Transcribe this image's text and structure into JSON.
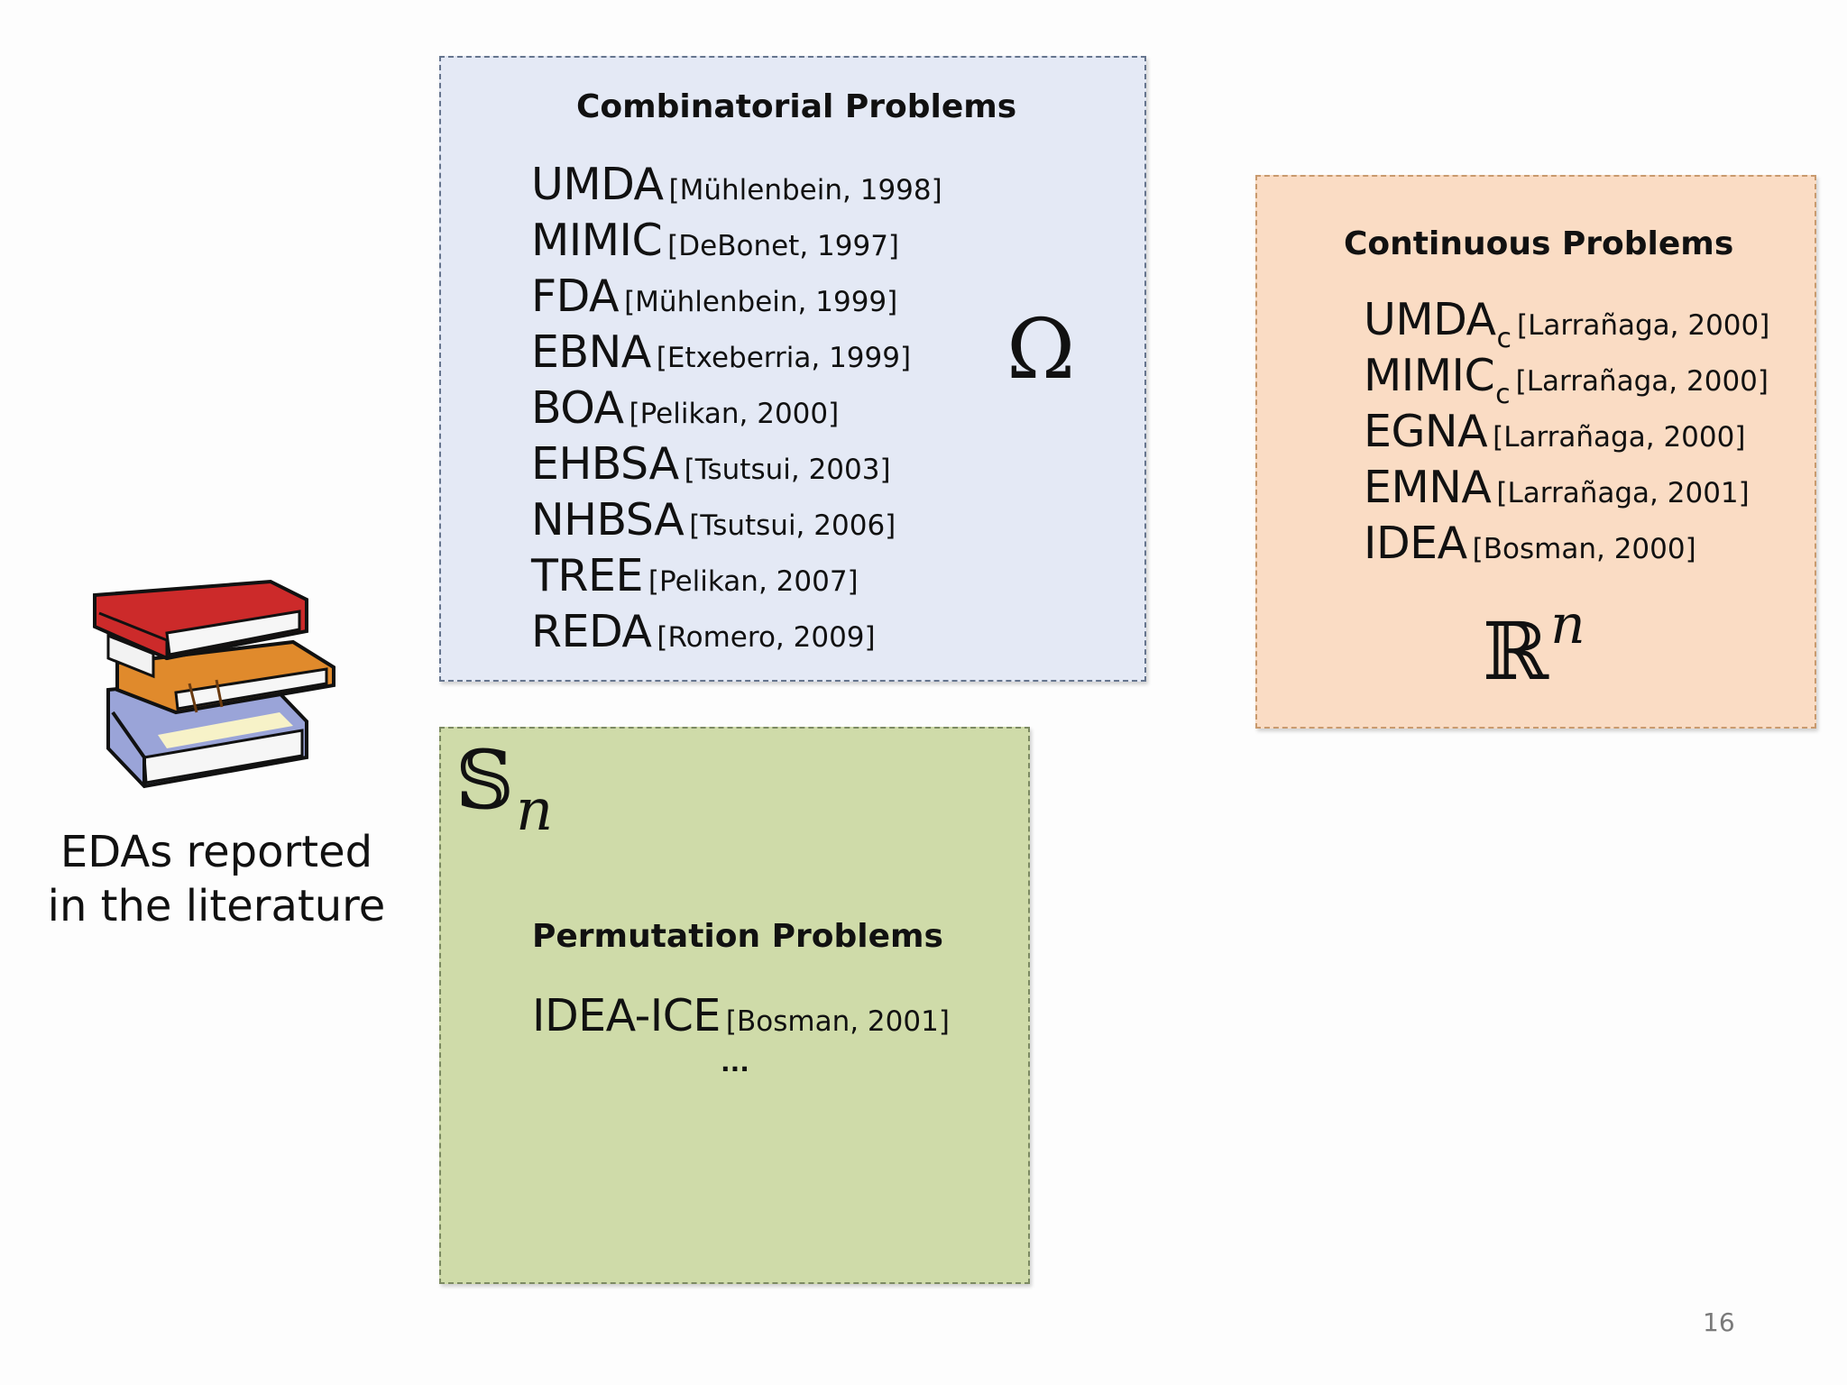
{
  "books_icon": "stack-of-books-icon",
  "caption": {
    "line1": "EDAs reported",
    "line2": "in the literature"
  },
  "combinatorial": {
    "title": "Combinatorial Problems",
    "symbol": "Ω",
    "items": [
      {
        "name": "UMDA",
        "ref": "[Mühlenbein, 1998]"
      },
      {
        "name": "MIMIC",
        "ref": "[DeBonet, 1997]"
      },
      {
        "name": "FDA",
        "ref": "[Mühlenbein, 1999]"
      },
      {
        "name": "EBNA",
        "ref": "[Etxeberria, 1999]"
      },
      {
        "name": "BOA",
        "ref": "[Pelikan, 2000]"
      },
      {
        "name": "EHBSA",
        "ref": "[Tsutsui, 2003]"
      },
      {
        "name": "NHBSA",
        "ref": "[Tsutsui, 2006]"
      },
      {
        "name": "TREE",
        "ref": "[Pelikan, 2007]"
      },
      {
        "name": "REDA",
        "ref": "[Romero, 2009]"
      }
    ]
  },
  "continuous": {
    "title": "Continuous Problems",
    "symbol_base": "ℝ",
    "symbol_sup": "n",
    "items": [
      {
        "name": "UMDA",
        "sub": "c",
        "ref": "[Larrañaga, 2000]"
      },
      {
        "name": "MIMIC",
        "sub": "c",
        "ref": "[Larrañaga, 2000]"
      },
      {
        "name": "EGNA",
        "ref": "[Larrañaga, 2000]"
      },
      {
        "name": "EMNA",
        "ref": "[Larrañaga, 2001]"
      },
      {
        "name": "IDEA",
        "ref": "[Bosman, 2000]"
      }
    ]
  },
  "permutation": {
    "title": "Permutation Problems",
    "symbol_base": "𝕊",
    "symbol_sub": "n",
    "items": [
      {
        "name": "IDEA-ICE",
        "ref": "[Bosman, 2001]"
      }
    ],
    "ellipsis": "..."
  },
  "page_number": "16",
  "colors": {
    "combinatorial_bg": "#e4e9f5",
    "continuous_bg": "#fadcc4",
    "permutation_bg": "#cfdba9"
  }
}
